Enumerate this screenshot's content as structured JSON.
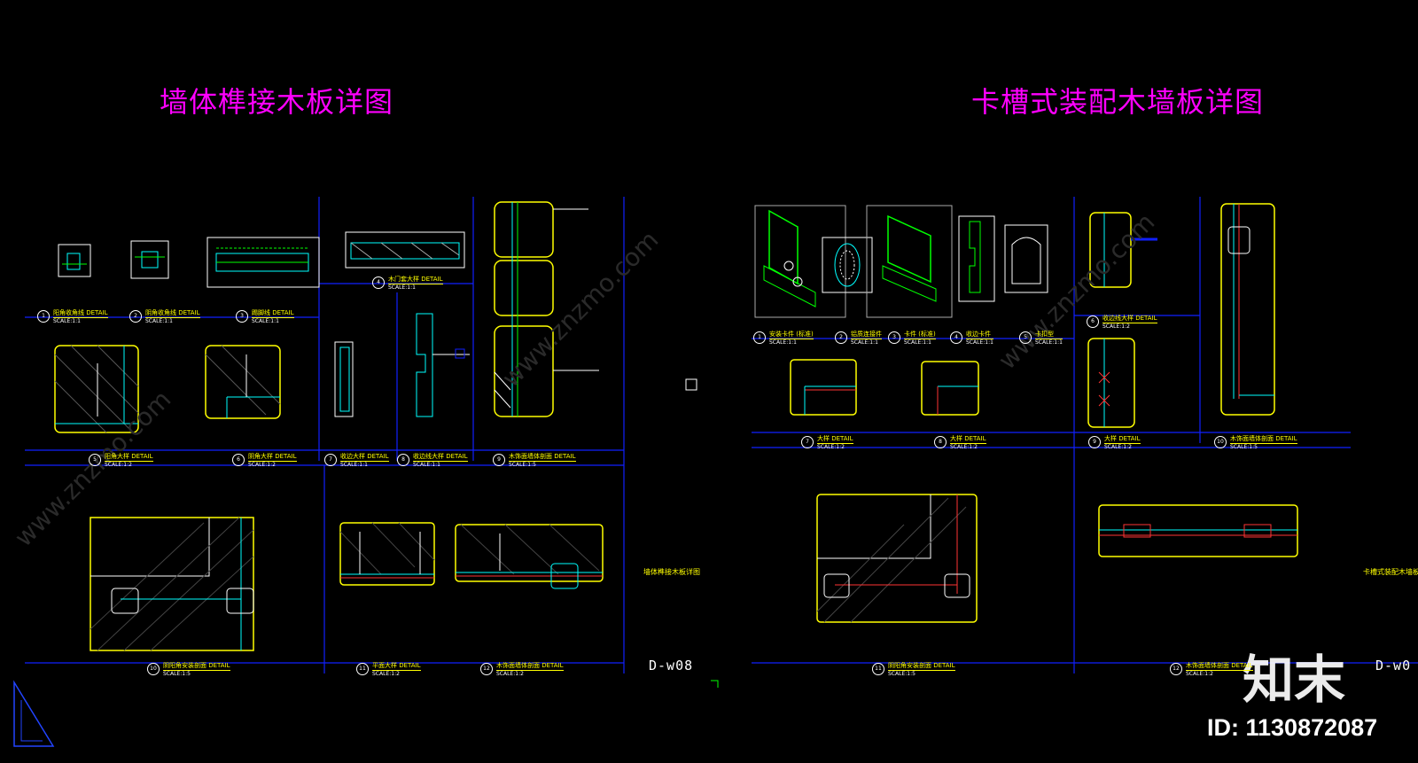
{
  "left_sheet": {
    "title": "墙体榫接木板详图",
    "sheet_label": "墙体榫接木板详图",
    "sheet_code": "D-w08",
    "details": [
      {
        "num": "1",
        "label": "阳角收角线 DETAIL",
        "scale": "SCALE:1:1"
      },
      {
        "num": "2",
        "label": "阴角收角线 DETAIL",
        "scale": "SCALE:1:1"
      },
      {
        "num": "3",
        "label": "踢脚线 DETAIL",
        "scale": "SCALE:1:1"
      },
      {
        "num": "4",
        "label": "木门套大样 DETAIL",
        "scale": "SCALE:1:1"
      },
      {
        "num": "5",
        "label": "阳角大样 DETAIL",
        "scale": "SCALE:1:2"
      },
      {
        "num": "6",
        "label": "阴角大样 DETAIL",
        "scale": "SCALE:1:2"
      },
      {
        "num": "7",
        "label": "收边大样 DETAIL",
        "scale": "SCALE:1:1"
      },
      {
        "num": "8",
        "label": "收边线大样 DETAIL",
        "scale": "SCALE:1:1"
      },
      {
        "num": "9",
        "label": "木饰面墙体剖面 DETAIL",
        "scale": "SCALE:1:5"
      },
      {
        "num": "10",
        "label": "阴阳角安装剖面 DETAIL",
        "scale": "SCALE:1:5"
      },
      {
        "num": "11",
        "label": "平面大样 DETAIL",
        "scale": "SCALE:1:2"
      },
      {
        "num": "12",
        "label": "木饰面墙体剖面 DETAIL",
        "scale": "SCALE:1:2"
      }
    ]
  },
  "right_sheet": {
    "title": "卡槽式装配木墙板详图",
    "sheet_label": "卡槽式装配木墙板",
    "sheet_code": "D-w0",
    "details": [
      {
        "num": "1",
        "label": "安装卡件 (标准)",
        "scale": "SCALE:1:1"
      },
      {
        "num": "2",
        "label": "铝质连接件",
        "scale": "SCALE:1:1"
      },
      {
        "num": "3",
        "label": "卡件 (标准)",
        "scale": "SCALE:1:1"
      },
      {
        "num": "4",
        "label": "收边卡件",
        "scale": "SCALE:1:1"
      },
      {
        "num": "5",
        "label": "卡扣型",
        "scale": "SCALE:1:1"
      },
      {
        "num": "6",
        "label": "收边线大样 DETAIL",
        "scale": "SCALE:1:2"
      },
      {
        "num": "7",
        "label": "大样 DETAIL",
        "scale": "SCALE:1:2"
      },
      {
        "num": "8",
        "label": "大样 DETAIL",
        "scale": "SCALE:1:2"
      },
      {
        "num": "9",
        "label": "大样 DETAIL",
        "scale": "SCALE:1:2"
      },
      {
        "num": "10",
        "label": "木饰面墙体剖面 DETAIL",
        "scale": "SCALE:1:5"
      },
      {
        "num": "11",
        "label": "阴阳角安装剖面 DETAIL",
        "scale": "SCALE:1:5"
      },
      {
        "num": "12",
        "label": "木饰面墙体剖面 DETAIL",
        "scale": "SCALE:1:2"
      }
    ]
  },
  "watermark": {
    "brand": "知末",
    "id_text": "ID: 1130872087",
    "diagonal_text": "www.znzmo.com"
  },
  "colors": {
    "background": "#000000",
    "title": "#ff00ff",
    "frame": "#ffff00",
    "border_line": "#0000ff",
    "detail_line": "#00ffff",
    "annotation": "#00ff00",
    "hatch": "#ff0000"
  }
}
